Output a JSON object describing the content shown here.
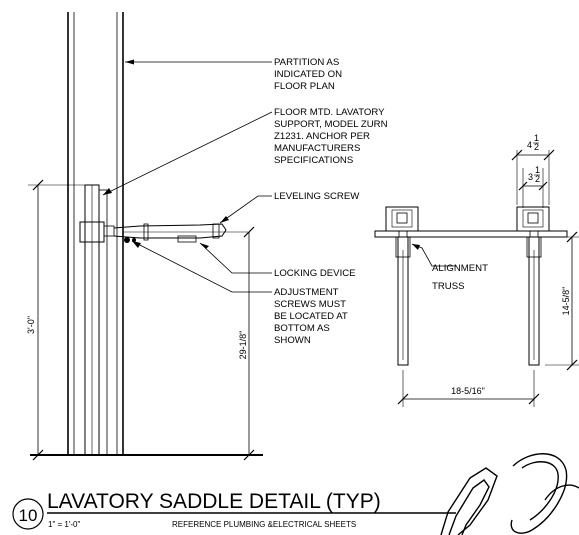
{
  "notes": {
    "partition": [
      "PARTITION AS",
      "INDICATED ON",
      "FLOOR PLAN"
    ],
    "support": [
      "FLOOR MTD. LAVATORY",
      "SUPPORT, MODEL ZURN",
      "Z1231. ANCHOR PER",
      "MANUFACTURERS",
      "SPECIFICATIONS"
    ],
    "leveling": "LEVELING SCREW",
    "locking": "LOCKING DEVICE",
    "adjustment": [
      "ADJUSTMENT",
      "SCREWS MUST",
      "BE LOCATED AT",
      "BOTTOM AS",
      "SHOWN"
    ],
    "alignment": [
      "ALIGNMENT",
      "TRUSS"
    ]
  },
  "dimensions": {
    "total_height": "3'-0\"",
    "rim_height": "29-1/8\"",
    "truss_height": "14-5/8\"",
    "width": "18-5/16\"",
    "top_outer_whole": "4",
    "top_outer_frac_num": "1",
    "top_outer_frac_den": "2",
    "top_inner_whole": "3",
    "top_inner_frac_num": "1",
    "top_inner_frac_den": "2"
  },
  "title": {
    "number": "10",
    "text": "LAVATORY SADDLE DETAIL (TYP)",
    "scale": "1\" = 1'-0\"",
    "reference": "REFERENCE PLUMBING &ELECTRICAL SHEETS"
  }
}
